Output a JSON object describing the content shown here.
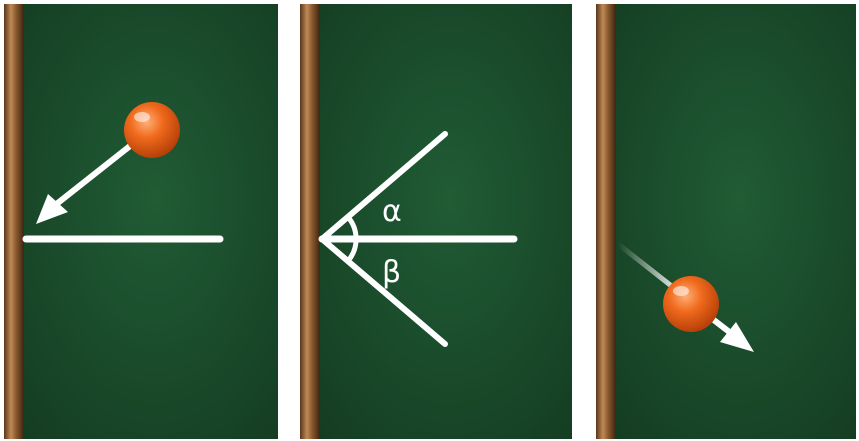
{
  "panels": [
    {
      "id": "incoming",
      "description_label": ""
    },
    {
      "id": "angles",
      "angle_labels": {
        "incidence": "α",
        "reflection": "β"
      }
    },
    {
      "id": "outgoing"
    }
  ],
  "colors": {
    "felt_dark": "#153e22",
    "felt_light": "#1f5a33",
    "rail_wood": "#7a4e2a",
    "rail_highlight": "#c08a57",
    "ball": "#f06a1c",
    "ball_highlight": "#ffb07a",
    "line": "#ffffff"
  },
  "icons": [
    "ball-icon",
    "arrow-icon"
  ]
}
